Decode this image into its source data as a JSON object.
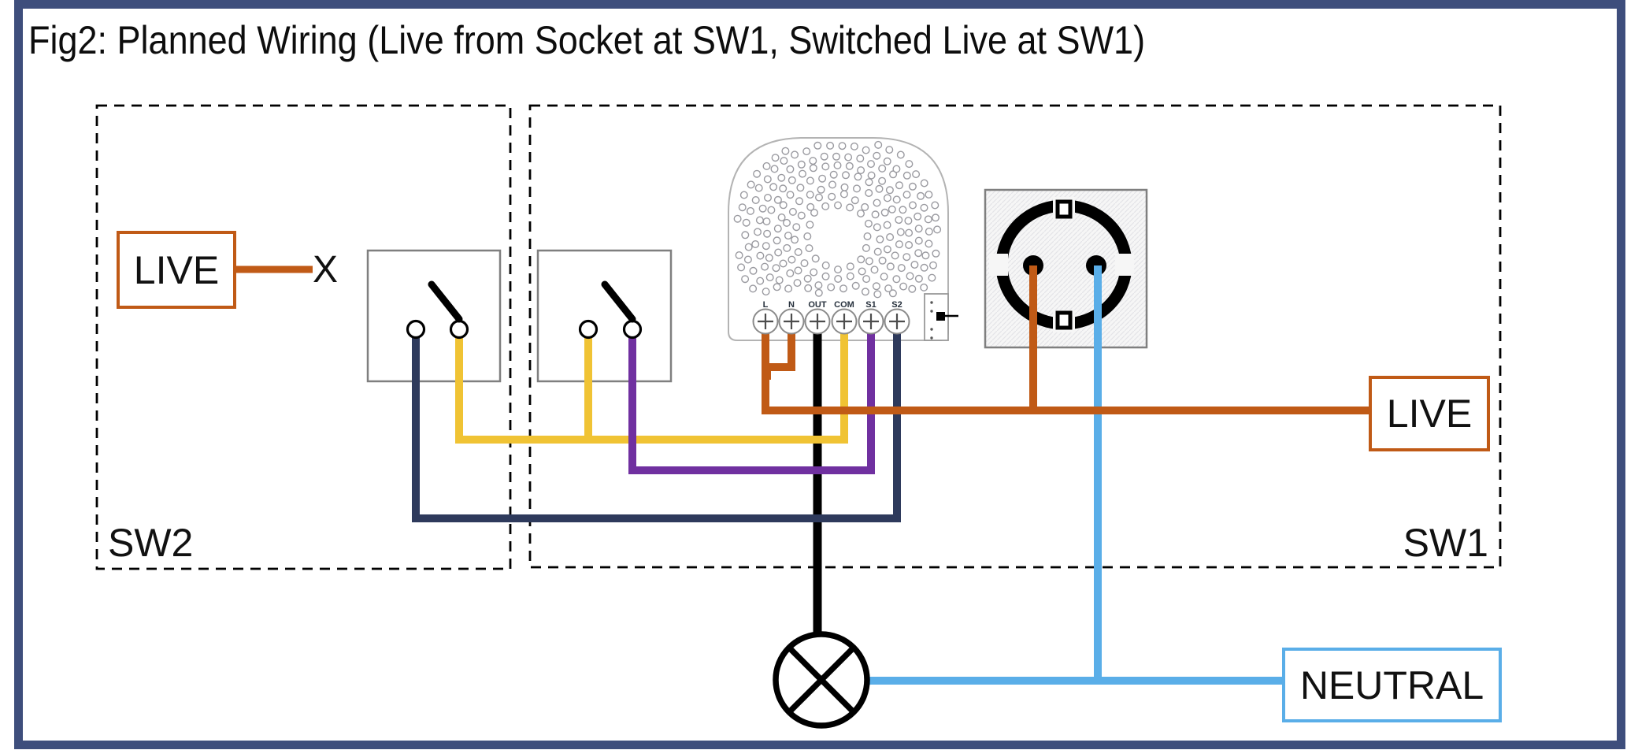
{
  "title": "Fig2: Planned Wiring (Live from Socket at SW1, Switched Live at SW1)",
  "zones": {
    "sw2": {
      "label": "SW2"
    },
    "sw1": {
      "label": "SW1"
    }
  },
  "labels": {
    "live_source": "LIVE",
    "live_feed": "LIVE",
    "neutral": "NEUTRAL",
    "disconnect_mark": "X"
  },
  "relay": {
    "terminals": [
      "L",
      "N",
      "OUT",
      "COM",
      "S1",
      "S2"
    ]
  },
  "colors": {
    "frame": "#3e4e7c",
    "live": "#c05a16",
    "neutral": "#5aaee8",
    "switched_live": "#f0c334",
    "s1": "#7030a0",
    "s2": "#2e3a5c",
    "out": "#000000"
  }
}
